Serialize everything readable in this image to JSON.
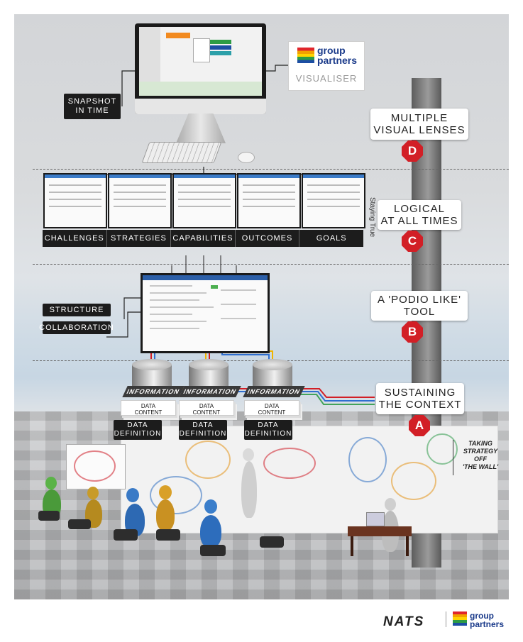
{
  "visualiser": {
    "brand_line1": "group",
    "brand_line2": "partners",
    "label": "VISUALISER"
  },
  "left_labels": {
    "snapshot_line1": "SNAPSHOT",
    "snapshot_line2": "IN TIME",
    "structure": "STRUCTURE",
    "collaboration": "COLLABORATION"
  },
  "categories": [
    "CHALLENGES",
    "STRATEGIES",
    "CAPABILITIES",
    "OUTCOMES",
    "GOALS"
  ],
  "stages": {
    "d": {
      "line1": "MULTIPLE",
      "line2": "VISUAL LENSES",
      "badge": "D"
    },
    "c": {
      "line1": "LOGICAL",
      "line2": "AT ALL TIMES",
      "badge": "C"
    },
    "b": {
      "line1": "A 'PODIO LIKE'",
      "line2": "TOOL",
      "badge": "B"
    },
    "a": {
      "line1": "SUSTAINING",
      "line2": "THE CONTEXT",
      "badge": "A"
    }
  },
  "staying_true": "Staying True",
  "information": "INFORMATION",
  "data_content": [
    "DATA",
    "CONTENT"
  ],
  "data_definition": [
    "DATA",
    "DEFINITION"
  ],
  "taking_strategy": [
    "TAKING",
    "STRATEGY",
    "OFF",
    "'THE WALL'"
  ],
  "footer": {
    "nats": "NATS",
    "brand_line1": "group",
    "brand_line2": "partners"
  },
  "colors": {
    "red": "#d21f26",
    "dark": "#1c1c1c",
    "blue": "#1c4ea3",
    "brand": "#1a3a8a"
  }
}
